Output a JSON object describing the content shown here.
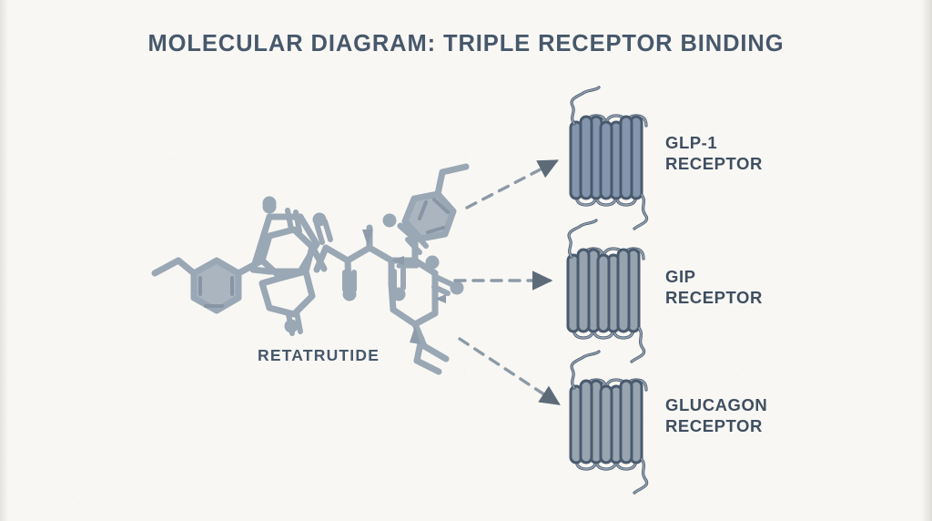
{
  "page": {
    "title": "MOLECULAR DIAGRAM: TRIPLE RECEPTOR BINDING",
    "background_color": "#f8f7f4",
    "ink_color": "#47586b"
  },
  "molecule": {
    "name": "RETATRUTIDE",
    "bond_color": "#9aa7b4",
    "atom_color": "#9aa7b4",
    "ring_fill": "#a9b4bf"
  },
  "receptors": [
    {
      "id": "glp1",
      "label": "GLP-1\nRECEPTOR",
      "icon": "gpcr-7tm-icon",
      "helix_fill": "#8496ad",
      "helix_stroke": "#4a5a6e"
    },
    {
      "id": "gip",
      "label": "GIP\nRECEPTOR",
      "icon": "gpcr-7tm-icon",
      "helix_fill": "#97a3ae",
      "helix_stroke": "#4a5a6e"
    },
    {
      "id": "glucagon",
      "label": "GLUCAGON\nRECEPTOR",
      "icon": "gpcr-7tm-icon",
      "helix_fill": "#98a5b0",
      "helix_stroke": "#4a5a6e"
    }
  ],
  "arrows": [
    {
      "id": "arrow-to-glp1",
      "style": "dashed",
      "color": "#8c9aa8",
      "direction": "up-right"
    },
    {
      "id": "arrow-to-gip",
      "style": "dashed",
      "color": "#8c9aa8",
      "direction": "right"
    },
    {
      "id": "arrow-to-glucagon",
      "style": "dashed",
      "color": "#8c9aa8",
      "direction": "down-right"
    }
  ]
}
